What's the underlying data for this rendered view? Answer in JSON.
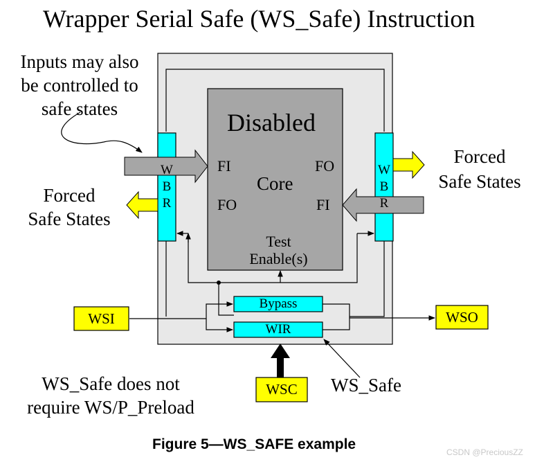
{
  "title": "Wrapper Serial Safe (WS_Safe) Instruction",
  "notes": {
    "inputs_line1": "Inputs may also",
    "inputs_line2": "be controlled to",
    "inputs_line3": "safe states",
    "bottom_line1": "WS_Safe does not",
    "bottom_line2": "require WS/P_Preload"
  },
  "core": {
    "state": "Disabled",
    "label": "Core",
    "fi_left": "FI",
    "fo_left": "FO",
    "fo_right": "FO",
    "fi_right": "FI",
    "test_line1": "Test",
    "test_line2": "Enable(s)"
  },
  "wbr_left": [
    "W",
    "B",
    "R"
  ],
  "wbr_right": [
    "W",
    "B",
    "R"
  ],
  "forced_left": {
    "line1": "Forced",
    "line2": "Safe States"
  },
  "forced_right": {
    "line1": "Forced",
    "line2": "Safe States"
  },
  "registers": {
    "bypass": "Bypass",
    "wir": "WIR"
  },
  "pins": {
    "wsi": "WSI",
    "wso": "WSO",
    "wsc": "WSC"
  },
  "ws_safe_label": "WS_Safe",
  "caption": "Figure 5—WS_SAFE example",
  "watermark": "CSDN @PreciousZZ",
  "colors": {
    "wrapper_fill": "#e8e8e8",
    "core_fill": "#a6a6a6",
    "wbr_fill": "#00ffff",
    "register_fill": "#00ffff",
    "pin_fill": "#ffff00",
    "forced_arrow": "#ffff00",
    "input_arrow": "#a6a6a6"
  }
}
